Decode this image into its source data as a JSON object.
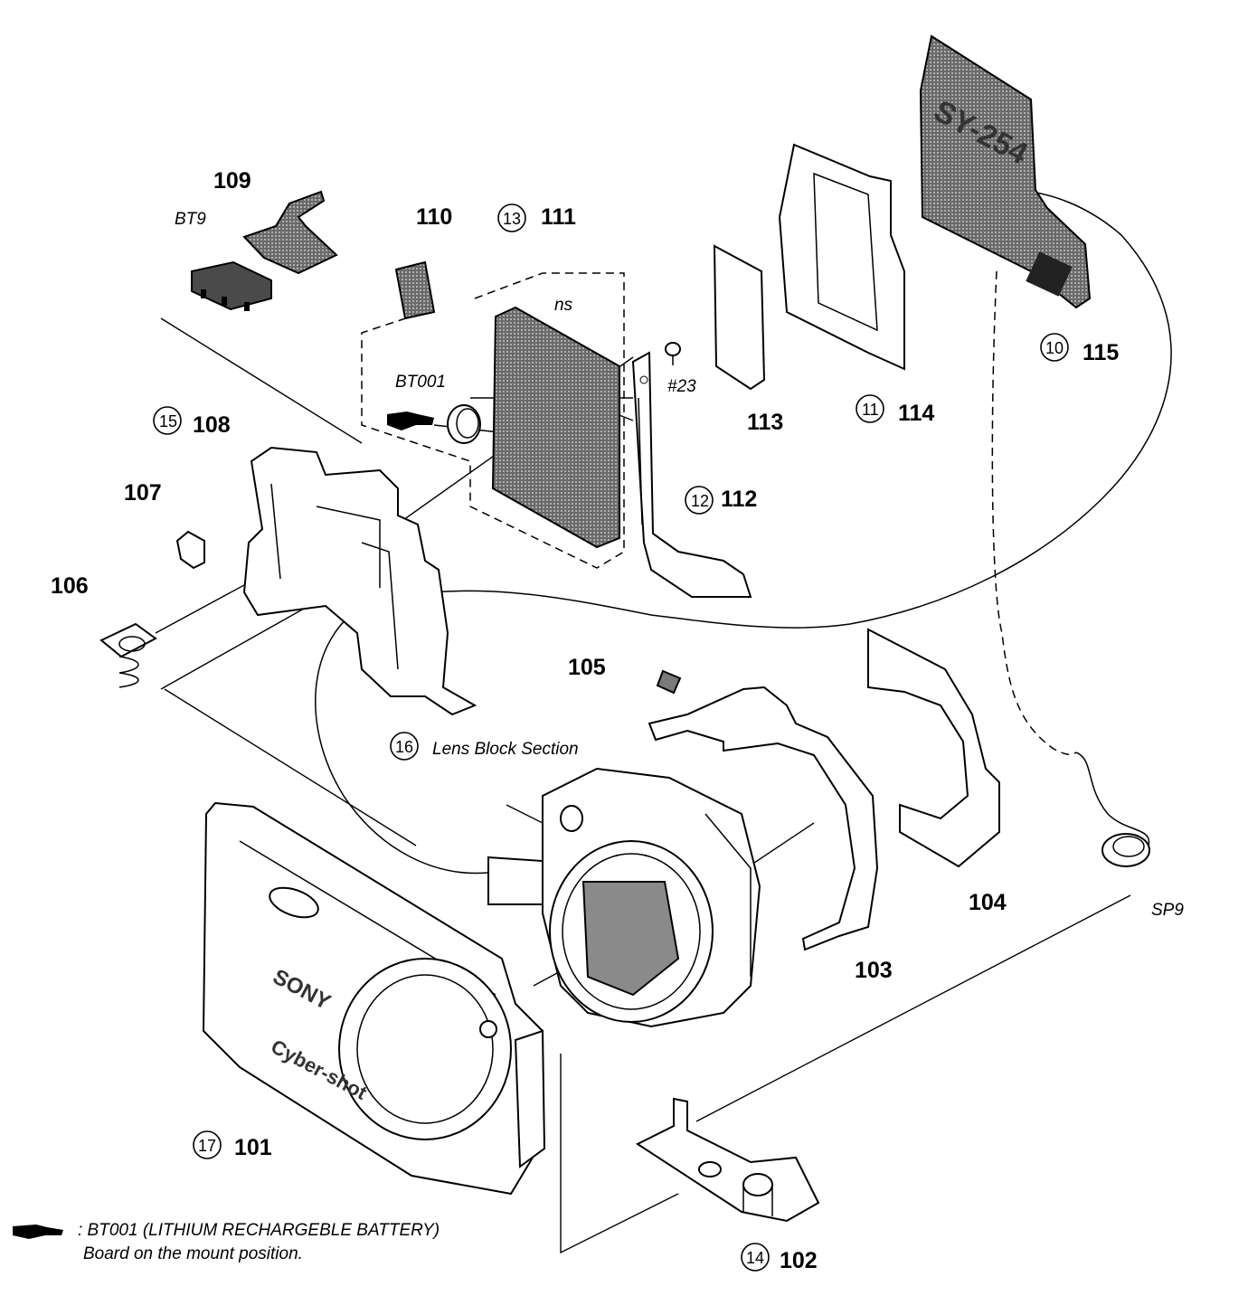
{
  "callouts": {
    "c109": "109",
    "c110": "110",
    "c111": "111",
    "c13": "13",
    "c115": "115",
    "c10": "10",
    "c113": "113",
    "c114": "114",
    "c11": "11",
    "c108": "108",
    "c15": "15",
    "c107": "107",
    "c106": "106",
    "c112": "112",
    "c12": "12",
    "c105": "105",
    "c104": "104",
    "c103": "103",
    "c16": "16",
    "c101": "101",
    "c17": "17",
    "c102": "102",
    "c14": "14"
  },
  "labels": {
    "bt9": "BT9",
    "bt001": "BT001",
    "ns": "ns",
    "screw23": "#23",
    "sp9": "SP9",
    "lens_block": "Lens Block Section",
    "board_text": "SY-254",
    "brand": "SONY",
    "model": "Cyber-shot"
  },
  "legend": {
    "line1": ": BT001 (LITHIUM RECHARGEBLE BATTERY)",
    "line2": "Board on the mount position."
  }
}
